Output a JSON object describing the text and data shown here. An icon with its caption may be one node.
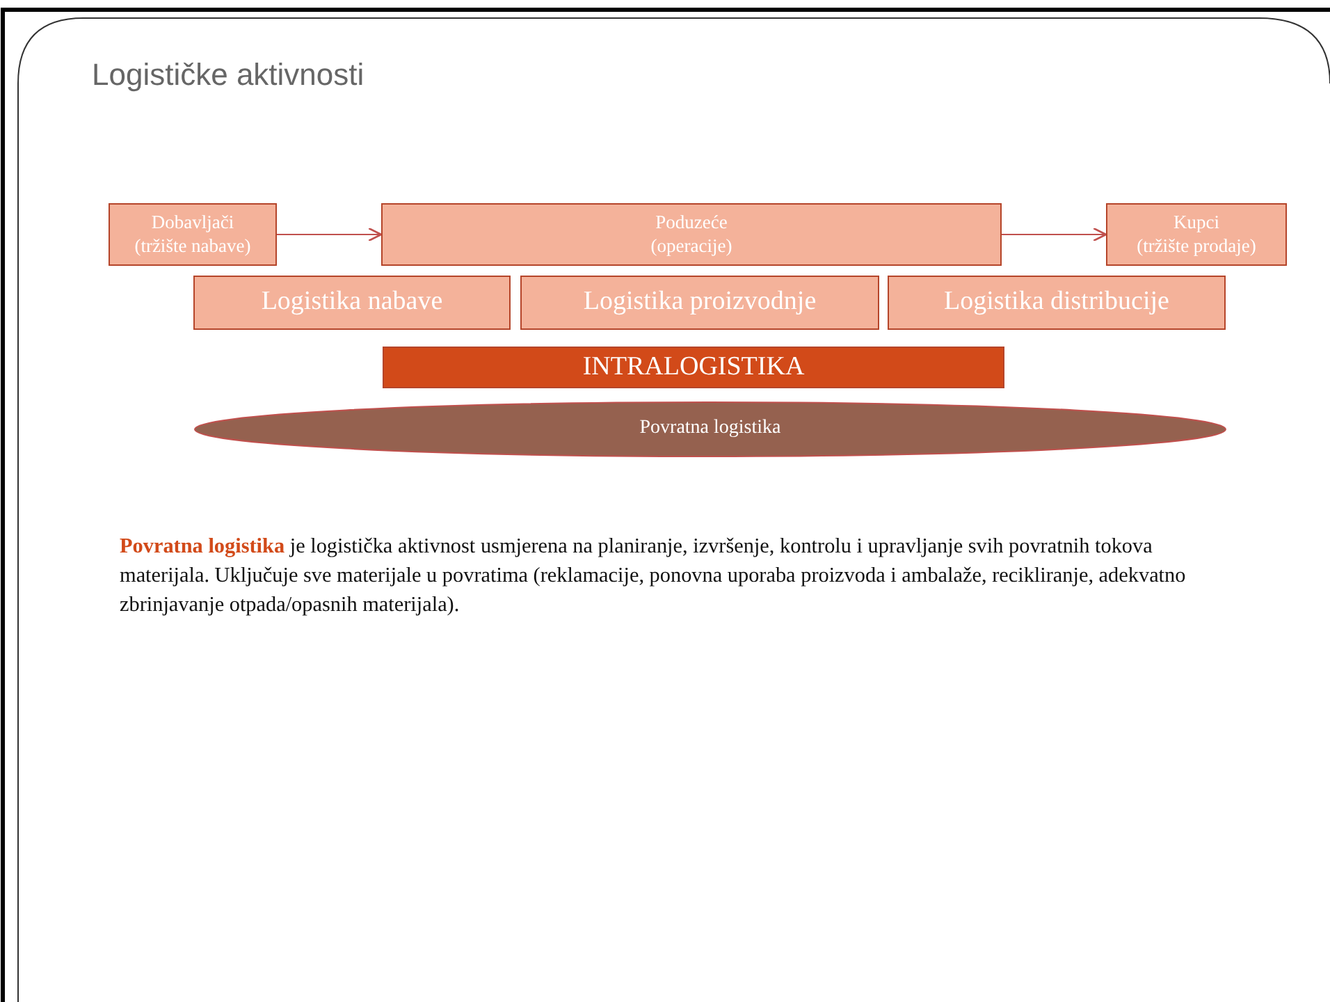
{
  "diagram": {
    "title": "Logističke aktivnosti",
    "nodes": [
      {
        "text": [
          "Dobavljači",
          "(tržište nabave)"
        ]
      },
      {
        "text": [
          "Poduzeće",
          "(operacije)"
        ]
      },
      {
        "text": [
          "Kupci",
          "(tržište prodaje)"
        ]
      },
      {
        "text": [
          "Logistika nabave"
        ]
      },
      {
        "text": [
          "Logistika proizvodnje"
        ]
      },
      {
        "text": [
          "Logistika distribucije"
        ]
      },
      {
        "text": [
          "INTRALOGISTIKA"
        ]
      },
      {
        "text": [
          "Povratna logistika"
        ]
      }
    ],
    "edges": [
      {
        "from": 0,
        "to": 1,
        "arrow": "to"
      },
      {
        "from": 1,
        "to": 2,
        "arrow": "to"
      }
    ],
    "labels": [
      "**Povratna logistika** je logistička aktivnost usmjerena na planiranje, izvršenje, kontrolu i upravljanje svih povratnih tokova materijala. Uključuje sve materijale u povratima (reklamacije, ponovna uporaba proizvoda i ambalaže, recikliranje, adekvatno zbrinjavanje otpada/opasnih materijala)."
    ]
  }
}
